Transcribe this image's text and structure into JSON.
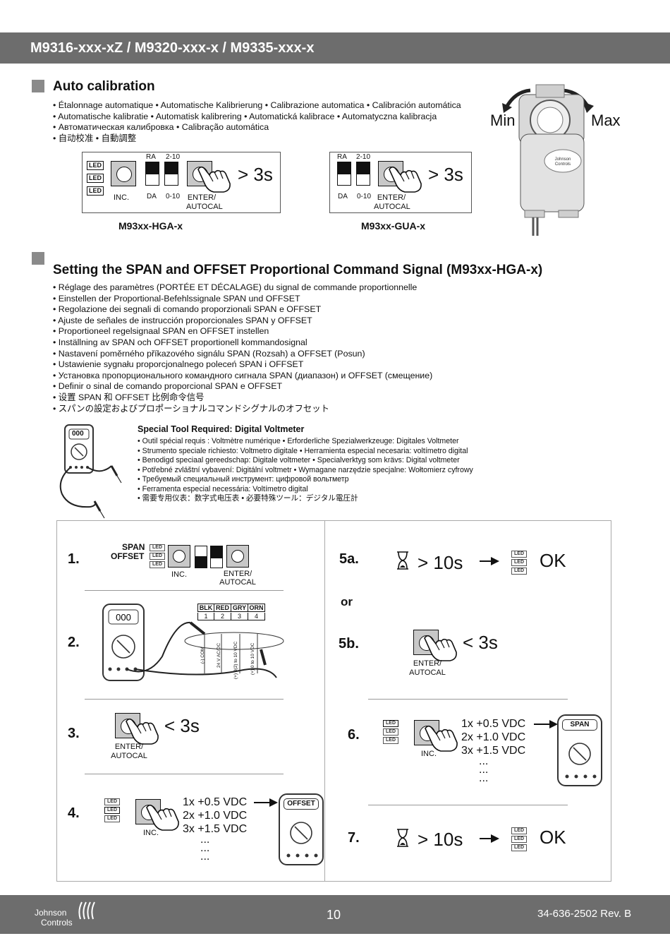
{
  "header": {
    "title": "M9316-xxx-xZ / M9320-xxx-x / M9335-xxx-x"
  },
  "auto_calibration": {
    "title": "Auto calibration",
    "bullets": [
      "• Étalonnage automatique • Automatische Kalibrierung • Calibrazione automatica • Calibración automática",
      "• Automatische kalibratie • Automatisk kalibrering • Automatická kalibrace • Automatyczna kalibracja",
      "• Автоматическая калибровка • Calibração automática",
      "• 自动校准 • 自動調整"
    ],
    "min_label": "Min",
    "max_label": "Max",
    "brand_small": "Johnson Controls",
    "hga": {
      "model": "M93xx-HGA-x",
      "led": "LED",
      "inc": "INC.",
      "ra": "RA",
      "da": "DA",
      "r210": "2-10",
      "r010": "0-10",
      "enter": "ENTER/",
      "autocal": "AUTOCAL",
      "time": "> 3s"
    },
    "gua": {
      "model": "M93xx-GUA-x",
      "ra": "RA",
      "da": "DA",
      "r210": "2-10",
      "r010": "0-10",
      "enter": "ENTER/",
      "autocal": "AUTOCAL",
      "time": "> 3s"
    }
  },
  "span_offset": {
    "title": "Setting the SPAN and OFFSET Proportional Command Signal (M93xx-HGA-x)",
    "bullets": [
      "• Réglage des paramètres (PORTÉE ET DÉCALAGE) du signal de commande proportionnelle",
      "• Einstellen der Proportional-Befehlssignale SPAN und OFFSET",
      "• Regolazione dei segnali di comando proporzionali SPAN e OFFSET",
      "• Ajuste de señales de instrucción proporcionales SPAN y OFFSET",
      "• Proportioneel regelsignaal SPAN en OFFSET instellen",
      "• Inställning av SPAN och OFFSET proportionell kommandosignal",
      "• Nastavení poměrného příkazového signálu SPAN (Rozsah) a OFFSET (Posun)",
      "• Ustawienie sygnału proporcjonalnego poleceń SPAN i OFFSET",
      "• Установка пропорционального командного сигнала SPAN (диапазон) и OFFSET (смещение)",
      "• Definir o sinal de comando proporcional SPAN e OFFSET",
      "• 设置 SPAN 和 OFFSET 比例命令信号",
      "• スパンの設定およびプロポーショナルコマンドシグナルのオフセット"
    ]
  },
  "tool": {
    "title": "Special Tool Required: Digital Voltmeter",
    "meter_display": "000",
    "bullets": [
      "• Outil spécial requis : Voltmètre numérique • Erforderliche Spezialwerkzeuge: Digitales Voltmeter",
      "• Strumento speciale richiesto: Voltmetro digitale • Herramienta especial necesaria: voltímetro digital",
      "• Benodigd speciaal gereedschap: Digitale voltmeter • Specialverktyg som krävs: Digital voltmeter",
      "• Potřebné zvláštní vybavení: Digitální voltmetr • Wymagane narzędzie specjalne: Wołtomierz cyfrowy",
      "• Требуемый специальный инструмент: цифровой вольтметр",
      "• Ferramenta especial necessária: Voltímetro digital",
      "• 需要专用仪表：数字式电压表 • 必要特殊ツール：デジタル電圧計"
    ]
  },
  "steps": {
    "s1": {
      "num": "1.",
      "span": "SPAN",
      "offset": "OFFSET",
      "inc": "INC.",
      "enter": "ENTER/",
      "autocal": "AUTOCAL"
    },
    "s2": {
      "num": "2.",
      "wires": [
        "BLK",
        "RED",
        "GRY",
        "ORN"
      ],
      "terms": [
        "1",
        "2",
        "3",
        "4"
      ],
      "com": "(-) COM",
      "v24": "24 V AC/DC",
      "sig": "(+) 0(2) to 10 VDC",
      "fb": "(+) 0 to 10 VDC"
    },
    "s3": {
      "num": "3.",
      "time": "< 3s",
      "enter": "ENTER/",
      "autocal": "AUTOCAL"
    },
    "s4": {
      "num": "4.",
      "inc": "INC.",
      "lines": [
        "1x  +0.5 VDC",
        "2x  +1.0 VDC",
        "3x  +1.5 VDC",
        "...",
        "...",
        "..."
      ],
      "tag": "OFFSET"
    },
    "s5a": {
      "num": "5a.",
      "time": "> 10s",
      "ok": "OK"
    },
    "or": "or",
    "s5b": {
      "num": "5b.",
      "time": "< 3s",
      "enter": "ENTER/",
      "autocal": "AUTOCAL"
    },
    "s6": {
      "num": "6.",
      "inc": "INC.",
      "lines": [
        "1x  +0.5 VDC",
        "2x  +1.0 VDC",
        "3x  +1.5 VDC",
        "...",
        "...",
        "..."
      ],
      "tag": "SPAN"
    },
    "s7": {
      "num": "7.",
      "time": "> 10s",
      "ok": "OK"
    }
  },
  "footer": {
    "brand_line1": "Johnson",
    "brand_line2": "Controls",
    "page": "10",
    "doc": "34-636-2502 Rev. B"
  }
}
